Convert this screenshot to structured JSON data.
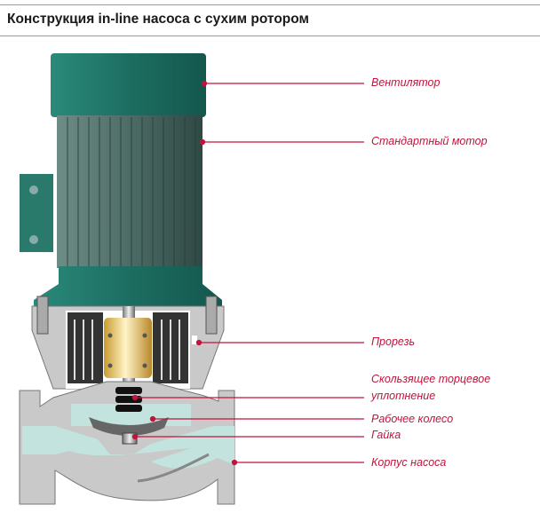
{
  "title": "Конструкция in-line насоса с сухим ротором",
  "labels": {
    "fan": "Вентилятор",
    "motor": "Стандартный мотор",
    "slot": "Прорезь",
    "seal_line1": "Скользящее торцевое",
    "seal_line2": "уплотнение",
    "impeller": "Рабочее колесо",
    "nut": "Гайка",
    "housing": "Корпус насоса"
  },
  "colors": {
    "accent": "#c0143c",
    "motor": "#1f7a6c",
    "housing": "#c9c9c9",
    "fluid": "#c3e3de",
    "coupling": "#d9ad3c"
  }
}
